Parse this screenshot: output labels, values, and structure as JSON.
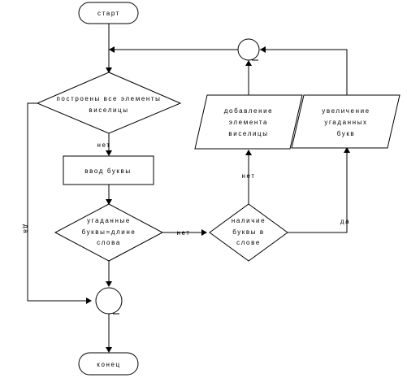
{
  "flowchart": {
    "start": "старт",
    "end": "конец",
    "decision_built": [
      "построены все элементы",
      "виселицы"
    ],
    "input_letter": "ввод буквы",
    "decision_length": [
      "угаданные",
      "буквы=длине",
      "слова"
    ],
    "decision_presence": [
      "наличие",
      "буквы в",
      "слове"
    ],
    "add_element": [
      "добавление",
      "элемента",
      "виселицы"
    ],
    "increase_guessed": [
      "увеличение",
      "угаданных",
      "букв"
    ],
    "labels": {
      "no_after_built": "нет",
      "yes_built": "да",
      "no_length": "нет",
      "no_presence": "нет",
      "yes_presence": "да"
    }
  }
}
